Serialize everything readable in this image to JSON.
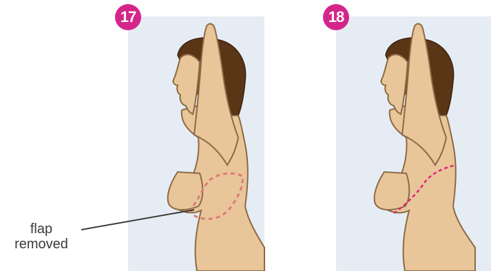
{
  "steps": [
    {
      "number": "17"
    },
    {
      "number": "18"
    }
  ],
  "callout": {
    "line1": "flap",
    "line2": "removed"
  },
  "colors": {
    "badge": "#d4258a",
    "panel_bg": "#e6ecf3",
    "skin": "#e9c59a",
    "skin_outline": "#8a6a44",
    "hair": "#5a3516",
    "flap_dash_removed": "#e07a7a",
    "incision_dash": "#e0257a",
    "callout_line": "#3a3a3a"
  }
}
